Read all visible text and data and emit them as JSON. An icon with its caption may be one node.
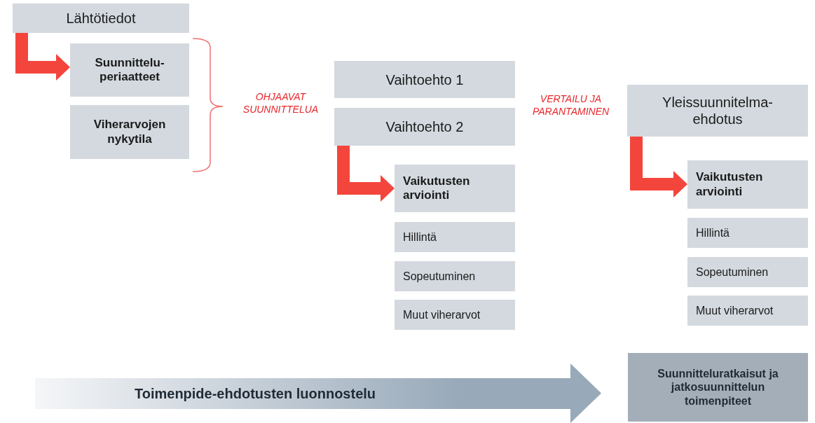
{
  "diagram": {
    "nodes": [
      {
        "text": [
          "Lähtötiedot"
        ]
      },
      {
        "text": [
          "Suunnittelu- periaatteet"
        ]
      },
      {
        "text": [
          "Viherarvojen nykytila"
        ]
      },
      {
        "text": [
          "Vaihtoehto 1"
        ]
      },
      {
        "text": [
          "Vaihtoehto 2"
        ]
      },
      {
        "text": [
          "Vaikutusten arviointi"
        ]
      },
      {
        "text": [
          "Hillintä"
        ]
      },
      {
        "text": [
          "Sopeutuminen"
        ]
      },
      {
        "text": [
          "Muut viherarvot"
        ]
      },
      {
        "text": [
          "Yleissuunnitelma- ehdotus"
        ]
      },
      {
        "text": [
          "Vaikutusten arviointi"
        ]
      },
      {
        "text": [
          "Hillintä"
        ]
      },
      {
        "text": [
          "Sopeutuminen"
        ]
      },
      {
        "text": [
          "Muut viherarvot"
        ]
      },
      {
        "text": [
          "Toimenpide-ehdotusten luonnostelu"
        ]
      },
      {
        "text": [
          "Suunnitteluratkaisut ja jatkosuunnittelun toimenpiteet"
        ]
      }
    ],
    "edges": [
      {
        "from": 0,
        "to": 1,
        "arrow": "to"
      },
      {
        "from": 4,
        "to": 5,
        "arrow": "to"
      },
      {
        "from": 9,
        "to": 10,
        "arrow": "to"
      }
    ],
    "labels": [
      "OHJAAVAT SUUNNITTELUA",
      "VERTAILU JA PARANTAMINEN"
    ]
  }
}
